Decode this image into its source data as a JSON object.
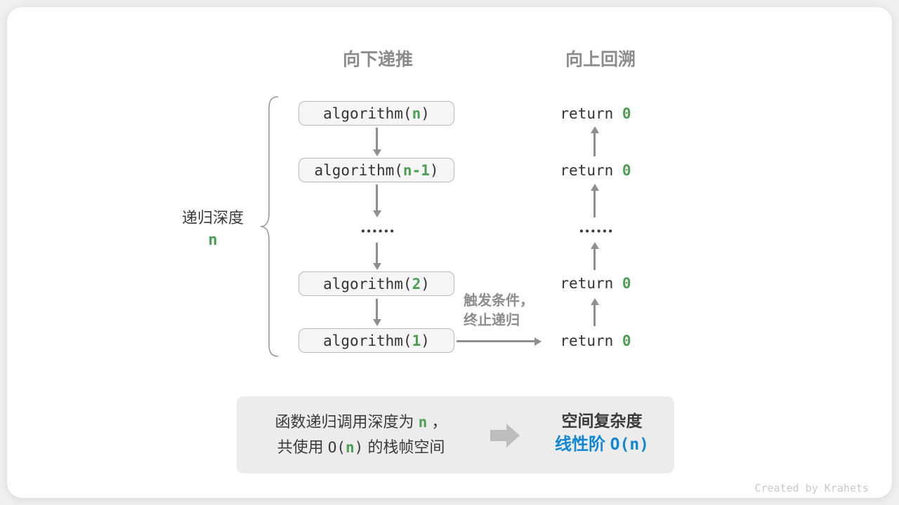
{
  "headers": {
    "downward": "向下递推",
    "upward": "向上回溯"
  },
  "depth": {
    "label": "递归深度",
    "value": "n"
  },
  "stack": {
    "boxes": [
      {
        "pre": "algorithm(",
        "arg": "n",
        "post": ")"
      },
      {
        "pre": "algorithm(",
        "arg": "n-1",
        "post": ")"
      },
      {
        "pre": "algorithm(",
        "arg": "2",
        "post": ")"
      },
      {
        "pre": "algorithm(",
        "arg": "1",
        "post": ")"
      }
    ],
    "ellipsis": "••••••"
  },
  "returns": {
    "items": [
      {
        "pre": "return ",
        "val": "0"
      },
      {
        "pre": "return ",
        "val": "0"
      },
      {
        "pre": "return ",
        "val": "0"
      },
      {
        "pre": "return ",
        "val": "0"
      }
    ],
    "ellipsis": "••••••"
  },
  "trigger": {
    "line1": "触发条件，",
    "line2": "终止递归"
  },
  "summary": {
    "l1a": "函数递归调用深度为 ",
    "l1n": "n",
    "l1b": " ，",
    "l2a": "共使用 ",
    "l2o": "O(",
    "l2n": "n",
    "l2c": ")",
    "l2b": " 的栈帧空间",
    "result_title": "空间复杂度",
    "result_prefix": "线性阶 ",
    "result_big_o": "O(n)"
  },
  "credit": "Created by Krahets",
  "colors": {
    "green": "#4c9e53",
    "blue": "#0f87d5",
    "arrow_gray": "#8f8f8f",
    "panel_bg": "#ececec",
    "box_bg": "#f5f5f5",
    "box_border": "#bbbbbb",
    "muted": "#8c8c8c",
    "text": "#3a3a3a",
    "credit": "#c9c9c9"
  }
}
